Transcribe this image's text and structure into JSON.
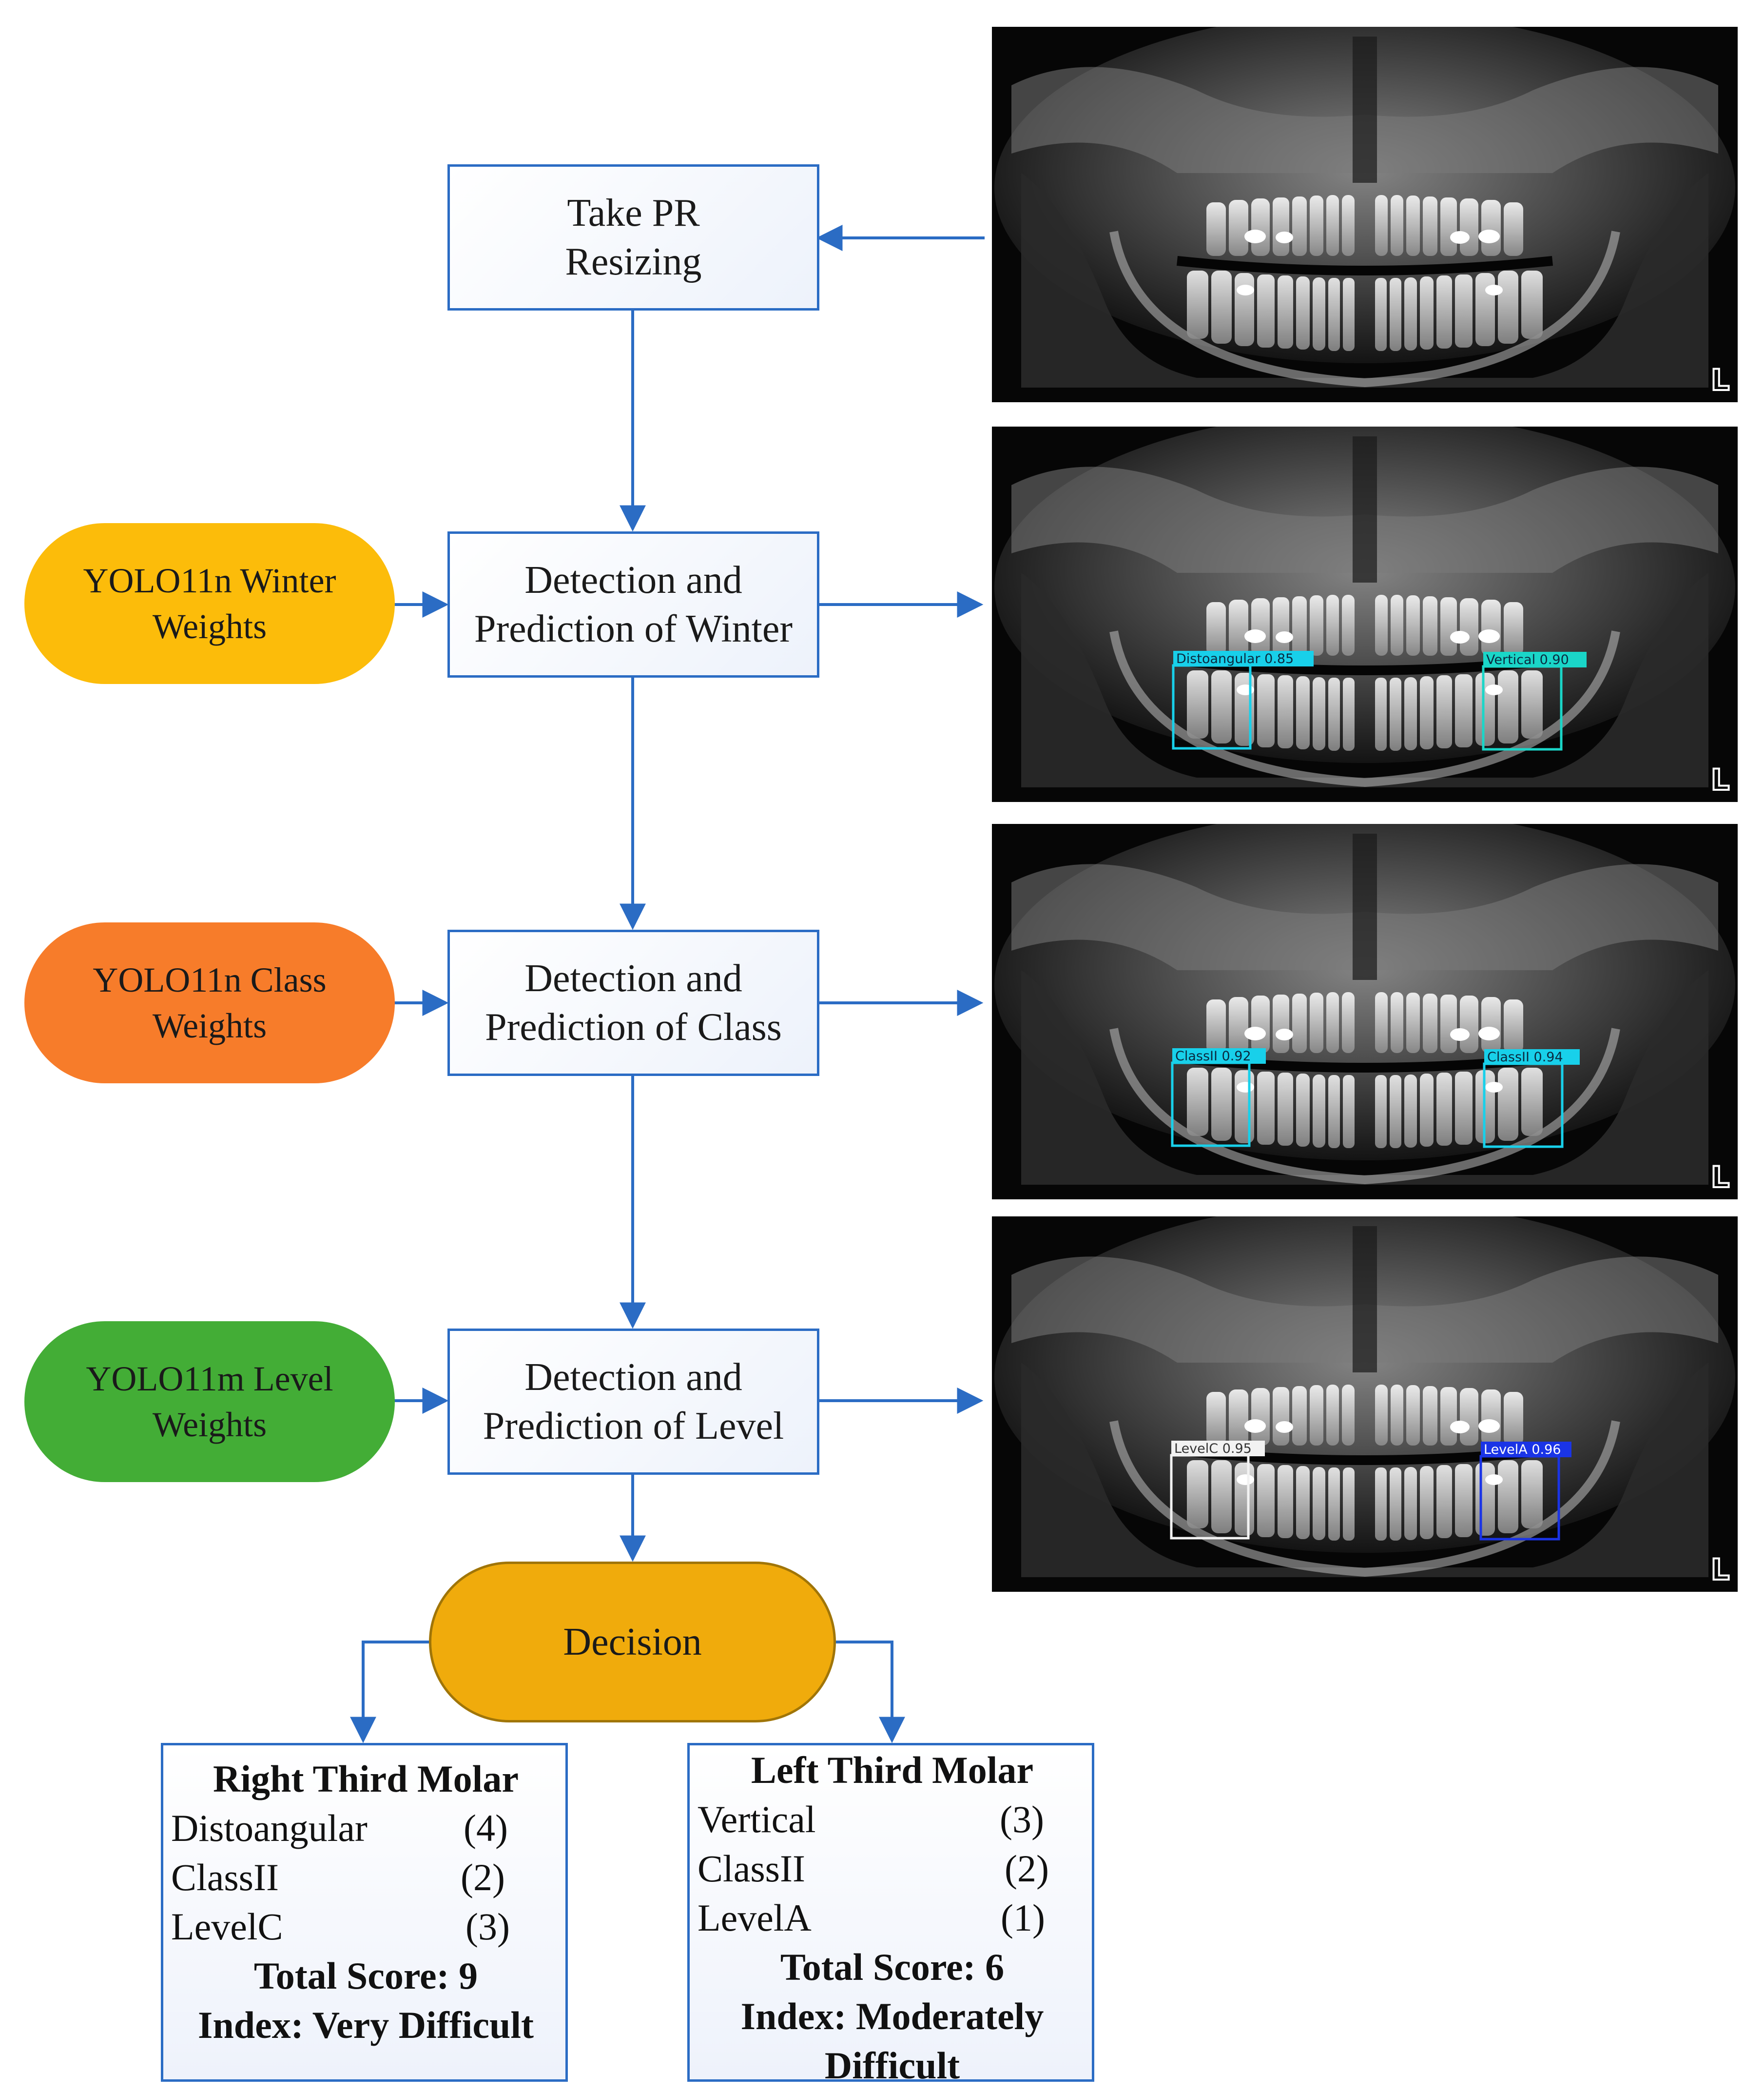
{
  "steps": {
    "take_pr": [
      "Take PR",
      "Resizing"
    ],
    "detect_winter": [
      "Detection and",
      "Prediction of Winter"
    ],
    "detect_class": [
      "Detection and",
      "Prediction of Class"
    ],
    "detect_level": [
      "Detection and",
      "Prediction of Level"
    ]
  },
  "weights": {
    "winter": [
      "YOLO11n Winter",
      "Weights"
    ],
    "class": [
      "YOLO11n Class",
      "Weights"
    ],
    "level": [
      "YOLO11m Level",
      "Weights"
    ]
  },
  "decision": "Decision",
  "xray_marker": "L",
  "detections": {
    "winter": {
      "right": "Distoangular 0.85",
      "left": "Vertical 0.90"
    },
    "class": {
      "right": "ClassII 0.92",
      "left": "ClassII 0.94"
    },
    "level": {
      "right": "LevelC 0.95",
      "left": "LevelA 0.96"
    }
  },
  "right_molar": {
    "title": "Right Third Molar",
    "rows": [
      {
        "name": "Distoangular",
        "value": "(4)"
      },
      {
        "name": "ClassII",
        "value": "(2)"
      },
      {
        "name": "LevelC",
        "value": "(3)"
      }
    ],
    "total": "Total Score: 9",
    "index": "Index: Very Difficult"
  },
  "left_molar": {
    "title": "Left Third Molar",
    "rows": [
      {
        "name": "Vertical",
        "value": "(3)"
      },
      {
        "name": "ClassII",
        "value": "(2)"
      },
      {
        "name": "LevelA",
        "value": "(1)"
      }
    ],
    "total": "Total Score: 6",
    "index_lines": [
      "Index: Moderately",
      "Difficult"
    ]
  },
  "colors": {
    "arrow": "#2b6cc4",
    "winter_weights": "#fcbc0a",
    "class_weights": "#f77c2a",
    "level_weights": "#43ad36",
    "decision": "#f0ab0c",
    "box_cyan": "#18d0ea",
    "box_teal": "#1ad6c8",
    "box_white": "#f2f2f2",
    "box_blue": "#1a34e6"
  }
}
